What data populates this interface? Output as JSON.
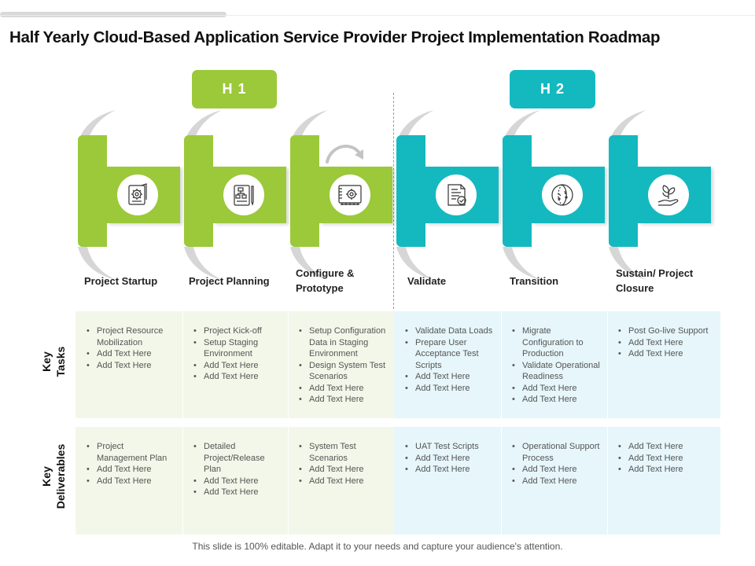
{
  "title": "Half Yearly Cloud-Based Application Service Provider Project Implementation Roadmap",
  "colors": {
    "green": "#9bc93a",
    "teal": "#14b9c0",
    "green_bg": "#f3f7e9",
    "teal_bg": "#e6f6fa"
  },
  "halves": [
    {
      "label": "H 1",
      "color": "#9bc93a"
    },
    {
      "label": "H 2",
      "color": "#14b9c0"
    }
  ],
  "stages": [
    {
      "label_lines": [
        "Project Startup"
      ],
      "icon": "settings-document-icon",
      "color": "#9bc93a"
    },
    {
      "label_lines": [
        "Project Planning"
      ],
      "icon": "flowchart-plan-icon",
      "color": "#9bc93a"
    },
    {
      "label_lines": [
        "Configure &",
        "Prototype"
      ],
      "icon": "blueprint-gear-icon",
      "color": "#9bc93a"
    },
    {
      "label_lines": [
        "Validate"
      ],
      "icon": "checklist-icon",
      "color": "#14b9c0"
    },
    {
      "label_lines": [
        "Transition"
      ],
      "icon": "transition-circle-icon",
      "color": "#14b9c0"
    },
    {
      "label_lines": [
        "Sustain/ Project",
        "Closure"
      ],
      "icon": "plant-hand-icon",
      "color": "#14b9c0"
    }
  ],
  "rows": [
    {
      "label_lines": [
        "Key",
        "Tasks"
      ],
      "cells": [
        [
          "Project Resource Mobilization",
          "Add Text Here",
          "Add Text Here"
        ],
        [
          "Project Kick-off",
          "Setup Staging Environment",
          "Add Text Here",
          "Add Text Here"
        ],
        [
          "Setup Configuration Data in Staging Environment",
          "Design System Test Scenarios",
          "Add Text Here",
          "Add Text Here"
        ],
        [
          "Validate Data Loads",
          "Prepare User Acceptance Test Scripts",
          "Add Text Here",
          "Add Text Here"
        ],
        [
          "Migrate Configuration to Production",
          "Validate Operational Readiness",
          "Add Text Here",
          "Add Text Here"
        ],
        [
          "Post Go-live Support",
          "Add Text Here",
          "Add Text Here"
        ]
      ]
    },
    {
      "label_lines": [
        "Key",
        "Deliverables"
      ],
      "cells": [
        [
          "Project Management Plan",
          "Add Text Here",
          "Add Text Here"
        ],
        [
          "Detailed Project/Release Plan",
          "Add Text Here",
          "Add Text Here"
        ],
        [
          "System Test Scenarios",
          "Add Text Here",
          "Add Text Here"
        ],
        [
          "UAT Test Scripts",
          "Add Text Here",
          "Add Text Here"
        ],
        [
          "Operational Support Process",
          "Add Text Here",
          "Add Text Here"
        ],
        [
          "Add Text Here",
          "Add Text Here",
          "Add Text Here"
        ]
      ]
    }
  ],
  "footer": "This slide is 100% editable. Adapt it to your needs and capture your audience's attention."
}
